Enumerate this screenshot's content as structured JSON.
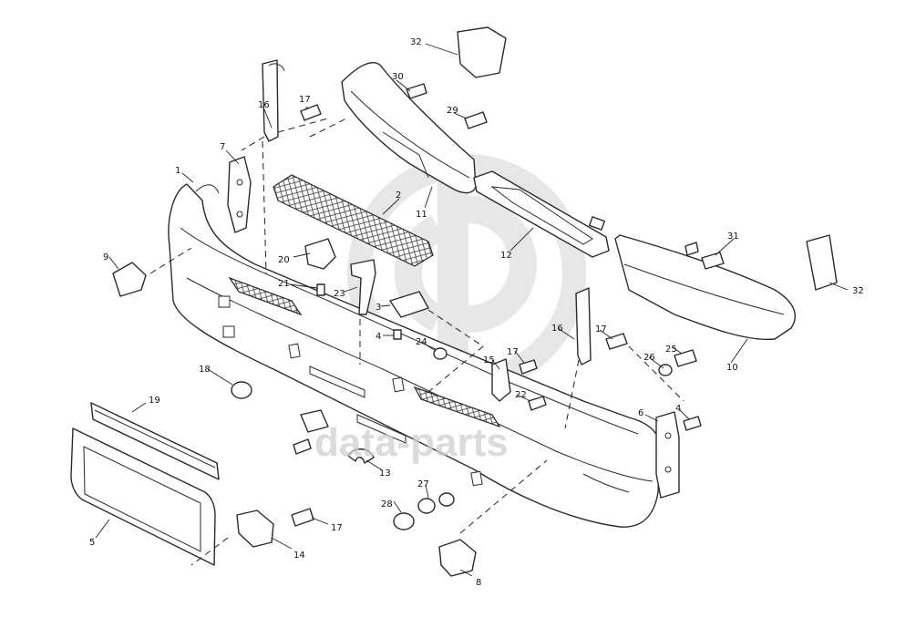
{
  "watermark": {
    "text": "data-parts",
    "color": "#c8c8c8"
  },
  "callouts": [
    "1",
    "2",
    "3",
    "4",
    "4",
    "5",
    "6",
    "7",
    "8",
    "9",
    "10",
    "11",
    "12",
    "13",
    "14",
    "15",
    "16",
    "16",
    "17",
    "17",
    "17",
    "17",
    "18",
    "19",
    "20",
    "21",
    "22",
    "23",
    "24",
    "25",
    "26",
    "27",
    "28",
    "29",
    "30",
    "31",
    "32",
    "32"
  ]
}
